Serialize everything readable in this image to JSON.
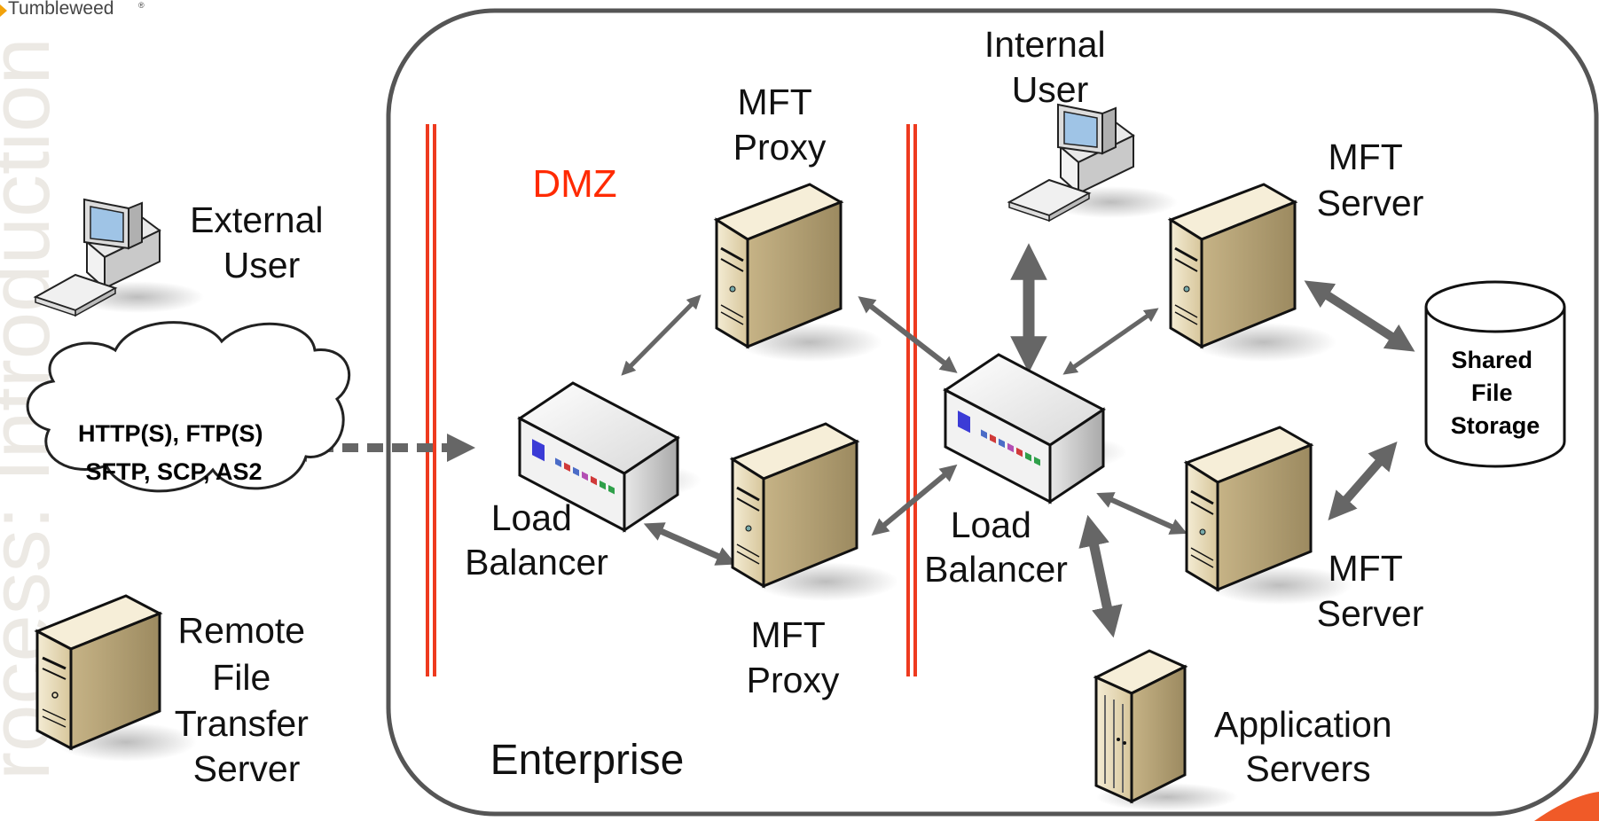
{
  "logo": {
    "text": "Tumbleweed",
    "mark": "®"
  },
  "watermark": {
    "text": "rocess: Introduction"
  },
  "labels": {
    "external_user": [
      "External",
      "User"
    ],
    "protocols": [
      "HTTP(S), FTP(S)",
      "SFTP, SCP, AS2"
    ],
    "remote_server": [
      "Remote",
      "File",
      "Transfer",
      "Server"
    ],
    "dmz": "DMZ",
    "mft_proxy_top": [
      "MFT",
      "Proxy"
    ],
    "mft_proxy_bottom": [
      "MFT",
      "Proxy"
    ],
    "load_balancer_left": [
      "Load",
      "Balancer"
    ],
    "load_balancer_right": [
      "Load",
      "Balancer"
    ],
    "internal_user": [
      "Internal",
      "User"
    ],
    "mft_server_top": [
      "MFT",
      "Server"
    ],
    "mft_server_bottom": [
      "MFT",
      "Server"
    ],
    "shared_storage": [
      "Shared",
      "File",
      "Storage"
    ],
    "app_servers": [
      "Application",
      "Servers"
    ],
    "enterprise": "Enterprise"
  },
  "colors": {
    "firewall": "#ee3a1f",
    "dmz_text": "#ff2a00",
    "frame": "#555555",
    "arrow": "#666666",
    "server_body": "#e6d9b4",
    "server_side": "#b9a67a"
  },
  "icons": [
    "computer-icon",
    "server-icon",
    "load-balancer-icon",
    "cloud-icon",
    "storage-cylinder-icon",
    "rack-server-icon"
  ]
}
